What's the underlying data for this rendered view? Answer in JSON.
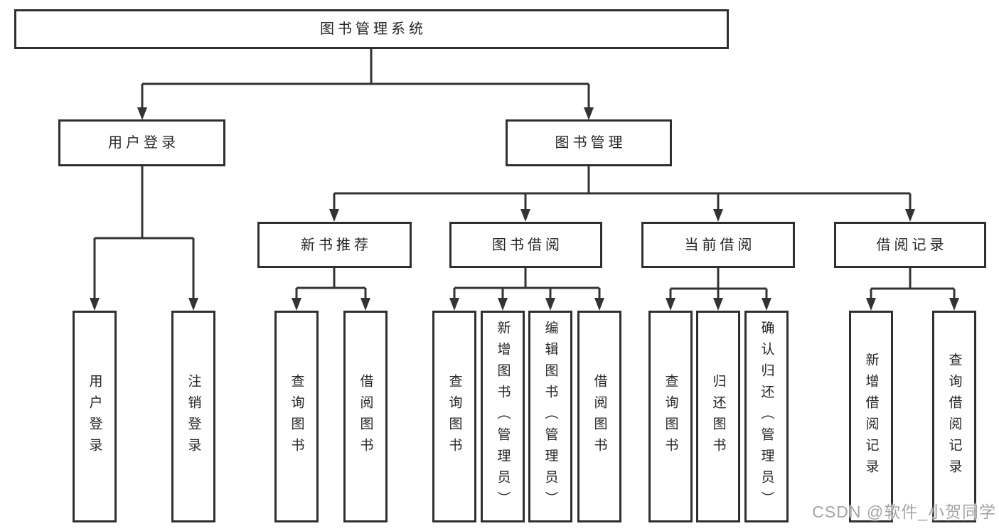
{
  "tree": {
    "root": {
      "label": "图书管理系统"
    },
    "branches": [
      {
        "label": "用户登录",
        "children": [
          {
            "label": "用户登录"
          },
          {
            "label": "注销登录"
          }
        ]
      },
      {
        "label": "图书管理",
        "children": [
          {
            "label": "新书推荐",
            "children": [
              {
                "label": "查询图书"
              },
              {
                "label": "借阅图书"
              }
            ]
          },
          {
            "label": "图书借阅",
            "children": [
              {
                "label": "查询图书"
              },
              {
                "label": "新增图书（管理员）"
              },
              {
                "label": "编辑图书（管理员）"
              },
              {
                "label": "借阅图书"
              }
            ]
          },
          {
            "label": "当前借阅",
            "children": [
              {
                "label": "查询图书"
              },
              {
                "label": "归还图书"
              },
              {
                "label": "确认归还（管理员）"
              }
            ]
          },
          {
            "label": "借阅记录",
            "children": [
              {
                "label": "新增借阅记录"
              },
              {
                "label": "查询借阅记录"
              }
            ]
          }
        ]
      }
    ]
  },
  "watermark": {
    "text": "CSDN @软件_小贺同学"
  },
  "colors": {
    "background": "#ffffff",
    "box_border": "#2f2f2f",
    "connector_line": "#333333",
    "text": "#262626",
    "watermark_text": "#a4a4a7"
  }
}
